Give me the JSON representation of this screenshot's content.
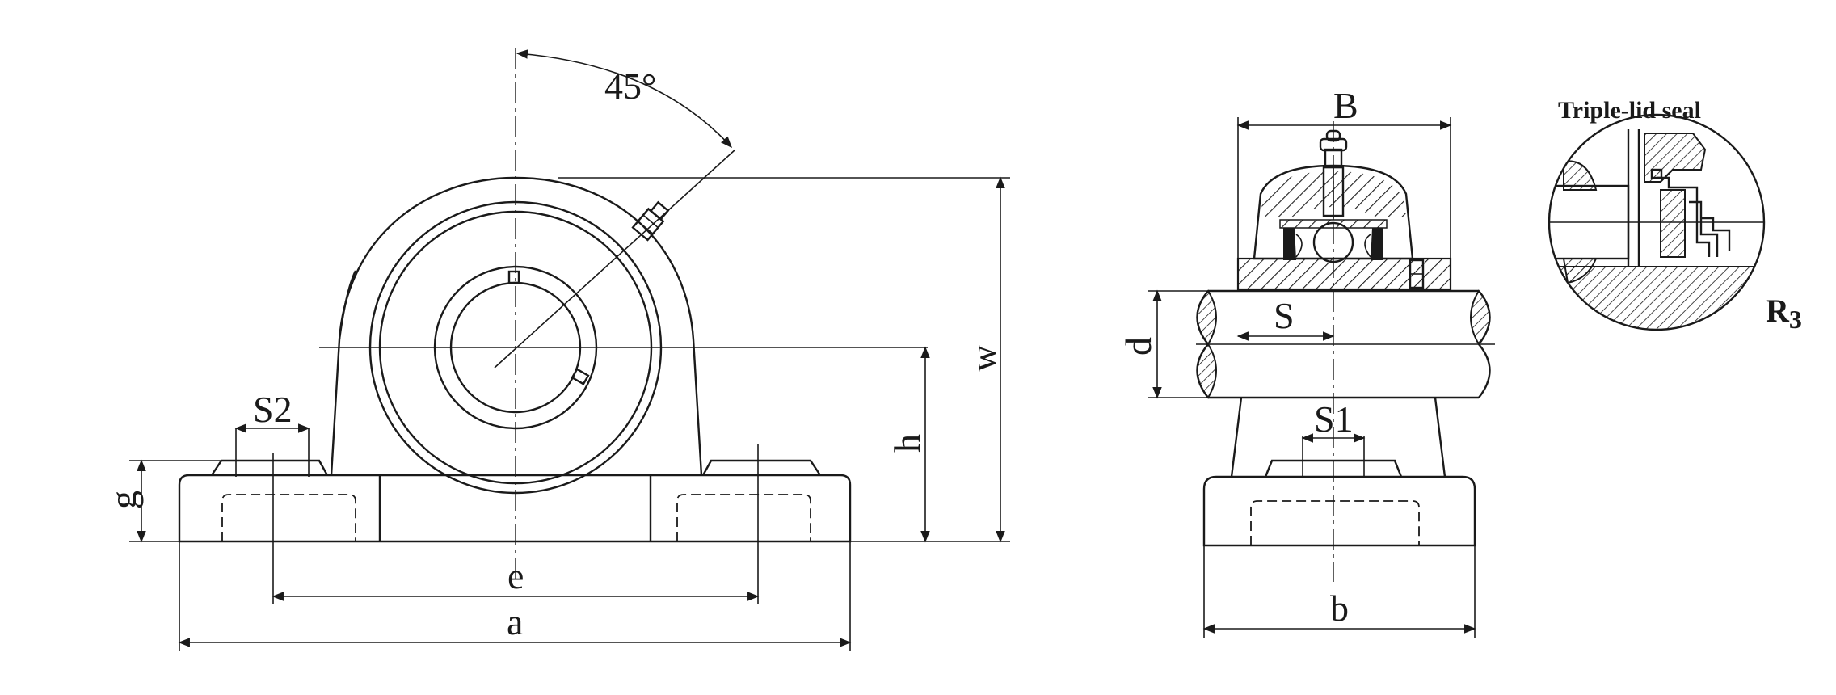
{
  "front_view": {
    "angle_label": "45°",
    "dimensions": {
      "S2": "S2",
      "g": "g",
      "h": "h",
      "w": "w",
      "e": "e",
      "a": "a"
    }
  },
  "side_view": {
    "dimensions": {
      "B": "B",
      "S": "S",
      "d": "d",
      "S1": "S1",
      "b": "b"
    }
  },
  "detail": {
    "title": "Triple-lid seal",
    "callout_letter": "R",
    "callout_sub": "3"
  }
}
